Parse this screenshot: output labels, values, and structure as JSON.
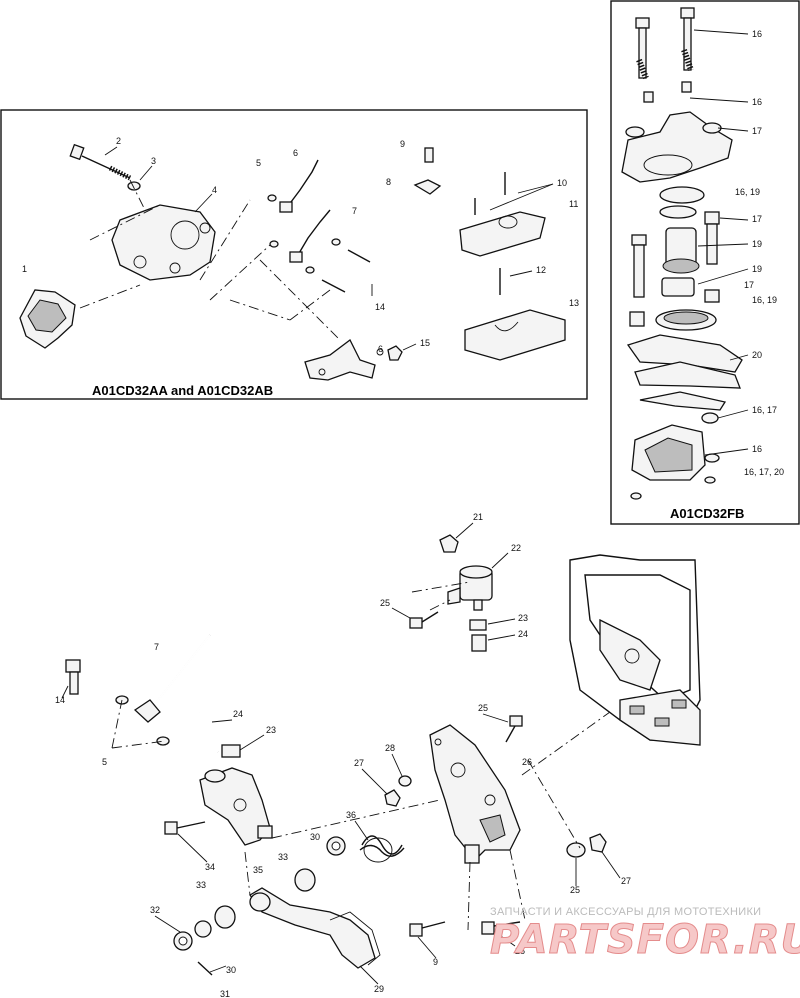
{
  "panels": {
    "left_caption": "A01CD32AA and A01CD32AB",
    "right_caption": "A01CD32FB"
  },
  "callouts_top_left": [
    "1",
    "2",
    "3",
    "4",
    "5",
    "6",
    "7",
    "6",
    "8",
    "9",
    "10",
    "11",
    "12",
    "13",
    "14",
    "15"
  ],
  "callouts_right": [
    "16",
    "16",
    "17",
    "16, 19",
    "17",
    "19",
    "19",
    "17",
    "16, 19",
    "20",
    "16, 17",
    "16",
    "16, 17, 20"
  ],
  "callouts_bottom": [
    "21",
    "22",
    "25",
    "23",
    "24",
    "7",
    "14",
    "5",
    "24",
    "23",
    "25",
    "26",
    "28",
    "27",
    "36",
    "30",
    "33",
    "34",
    "35",
    "33",
    "32",
    "30",
    "31",
    "29",
    "9",
    "25",
    "25",
    "27"
  ],
  "watermark": {
    "line1": "ЗАПЧАСТИ И АКСЕССУАРЫ ДЛЯ МОТОТЕХНИКИ",
    "line2": "PARTSFOR.RU"
  }
}
